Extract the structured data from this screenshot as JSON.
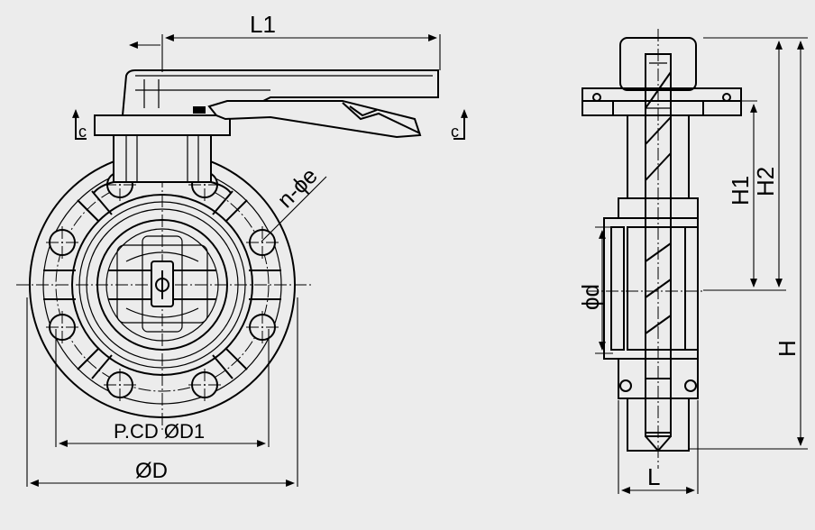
{
  "labels": {
    "L1": "L1",
    "section_mark_left": "c",
    "section_mark_right": "c",
    "holes": "n-ϕe",
    "pcd": "P.CD ØD1",
    "outer_dia": "ØD",
    "bore_dia": "ϕd",
    "H1": "H1",
    "H2": "H2",
    "H": "H",
    "L": "L"
  }
}
